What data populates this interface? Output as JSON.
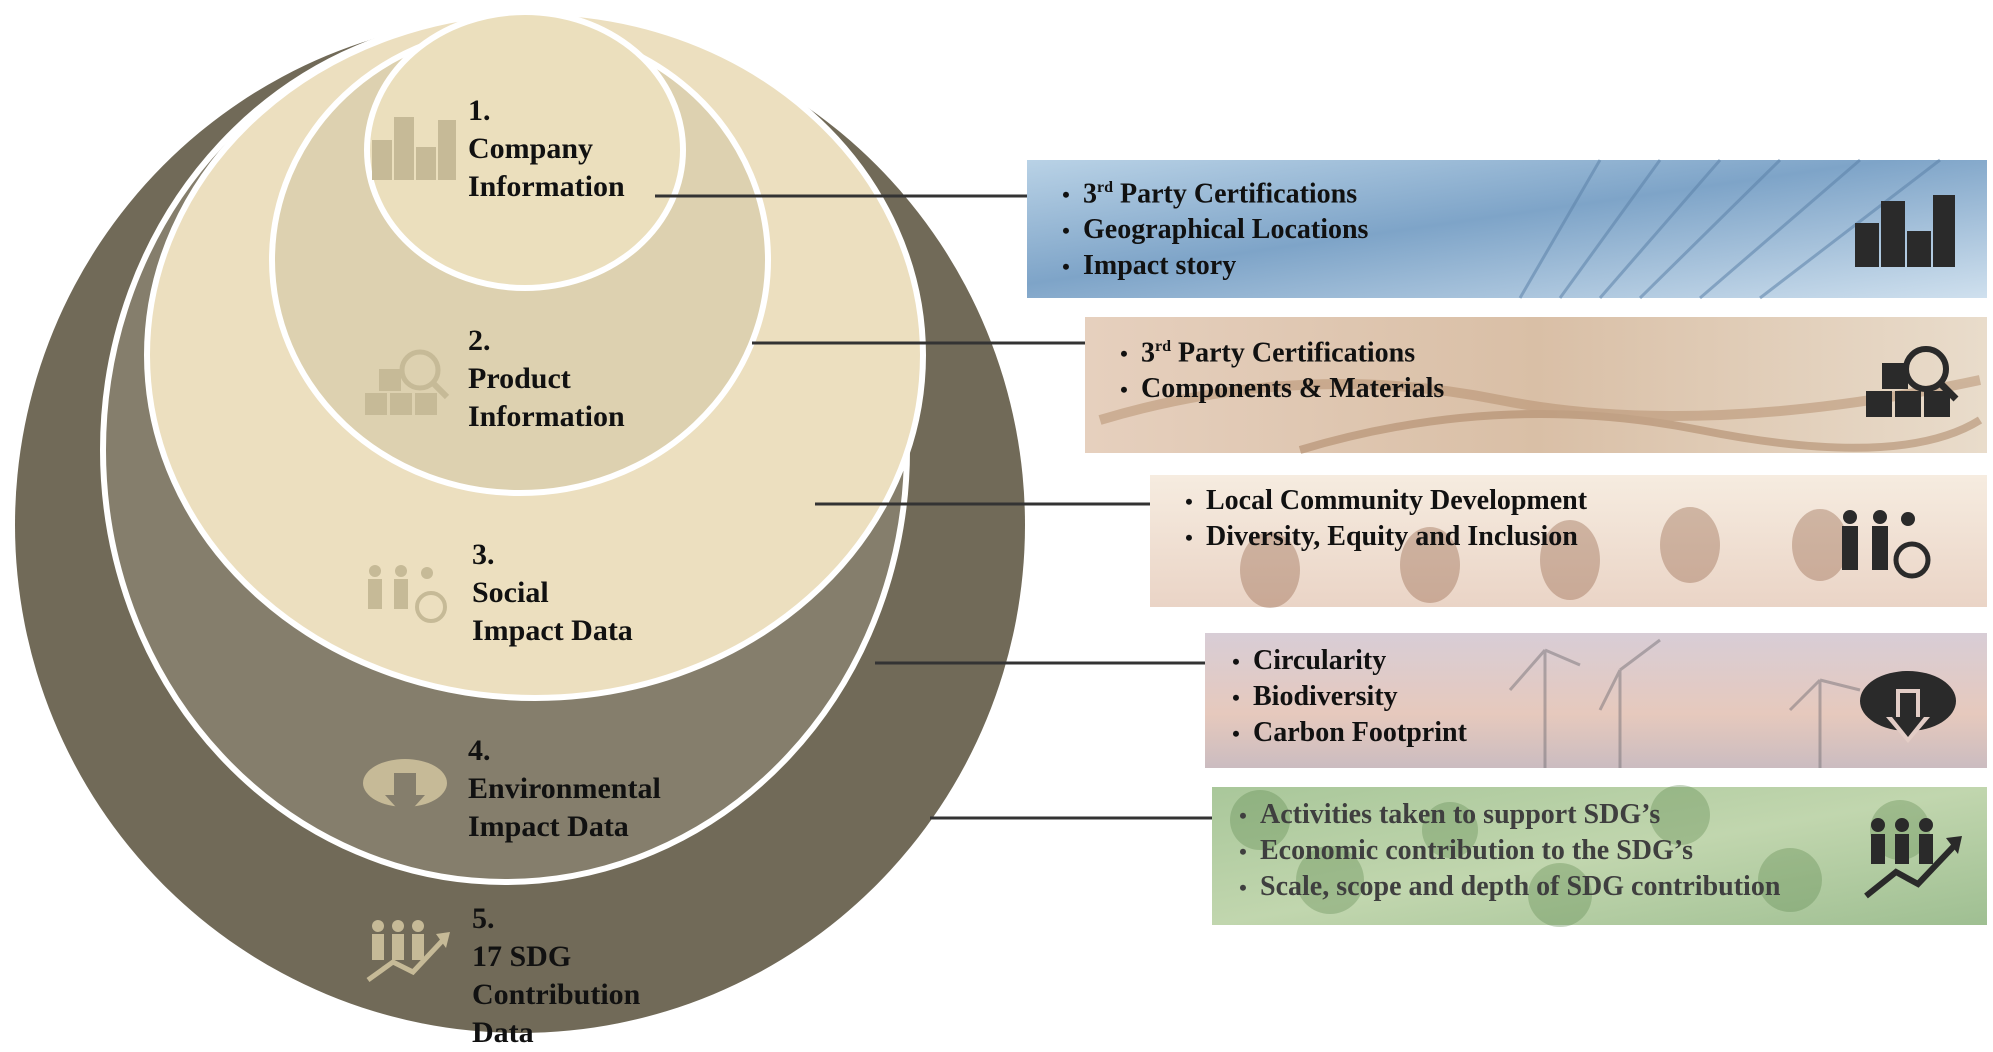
{
  "colors": {
    "ring5": "#716a58",
    "ring4": "#857e6c",
    "ring3": "#ecdfbf",
    "ring2": "#ddd1b0",
    "ring1": "#ebdfbd",
    "connector": "#333333",
    "icon_light": "#c9bd9c",
    "icon_dark": "#2a2a2a"
  },
  "levels": [
    {
      "num": "1.",
      "line1": "Company",
      "line2": "Information",
      "line3": "",
      "icon": "buildings-icon"
    },
    {
      "num": "2.",
      "line1": "Product",
      "line2": "Information",
      "line3": "",
      "icon": "boxes-magnifier-icon"
    },
    {
      "num": "3.",
      "line1": "Social",
      "line2": "Impact Data",
      "line3": "",
      "icon": "people-wheelchair-icon"
    },
    {
      "num": "4.",
      "line1": "Environmental",
      "line2": "Impact Data",
      "line3": "",
      "icon": "cloud-download-icon"
    },
    {
      "num": "5.",
      "line1": "17 SDG",
      "line2": "Contribution",
      "line3": "Data",
      "icon": "people-growth-icon"
    }
  ],
  "panels": [
    {
      "items": [
        {
          "pre": "3",
          "sup": "rd",
          "post": " Party Certifications"
        },
        {
          "pre": "Geographical Locations"
        },
        {
          "pre": "Impact story"
        }
      ],
      "icon": "buildings-icon",
      "theme": "blue glass skyscrapers"
    },
    {
      "items": [
        {
          "pre": "3",
          "sup": "rd",
          "post": " Party Certifications"
        },
        {
          "pre": "Components & Materials"
        }
      ],
      "icon": "boxes-magnifier-icon",
      "theme": "wood materials"
    },
    {
      "items": [
        {
          "pre": "Local Community Development"
        },
        {
          "pre": "Diversity, Equity and Inclusion"
        }
      ],
      "icon": "people-wheelchair-icon",
      "theme": "community people"
    },
    {
      "items": [
        {
          "pre": "Circularity"
        },
        {
          "pre": "Biodiversity"
        },
        {
          "pre": "Carbon Footprint"
        }
      ],
      "icon": "cloud-download-icon",
      "theme": "wind turbines"
    },
    {
      "items": [
        {
          "pre": "Activities taken to support SDG’s"
        },
        {
          "pre": "Economic contribution to the SDG’s"
        },
        {
          "pre": "Scale, scope and depth of SDG contribution"
        }
      ],
      "icon": "people-growth-icon",
      "theme": "forest canopy"
    }
  ]
}
